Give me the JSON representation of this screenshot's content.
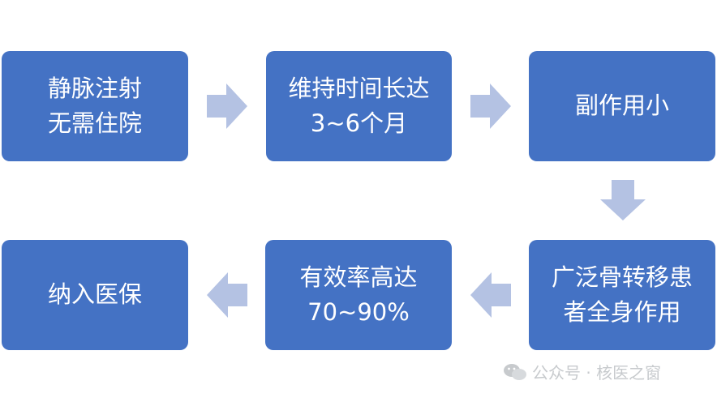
{
  "flow": {
    "steps": [
      {
        "id": "step1",
        "lines": [
          "静脉注射",
          "无需住院"
        ]
      },
      {
        "id": "step2",
        "lines": [
          "维持时间长达",
          "3~6个月"
        ]
      },
      {
        "id": "step3",
        "lines": [
          "副作用小"
        ]
      },
      {
        "id": "step4",
        "lines": [
          "广泛骨转移患",
          "者全身作用"
        ]
      },
      {
        "id": "step5",
        "lines": [
          "有效率高达",
          "70~90%"
        ]
      },
      {
        "id": "step6",
        "lines": [
          "纳入医保"
        ]
      }
    ]
  },
  "colors": {
    "box": "#4472c4",
    "arrow": "#b4c2e3",
    "text": "#ffffff"
  },
  "watermark": {
    "text": "公众号 · 核医之窗",
    "icon": "wechat-icon"
  }
}
